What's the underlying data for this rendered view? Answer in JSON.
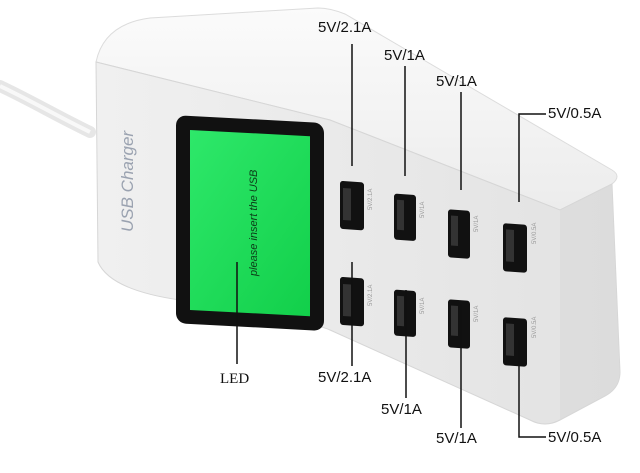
{
  "device": {
    "brand_label": "USB Charger",
    "screen_text": "please insert the USB"
  },
  "callouts": {
    "led": "LED",
    "top_row": [
      "5V/2.1A",
      "5V/1A",
      "5V/1A",
      "5V/0.5A"
    ],
    "bottom_row": [
      "5V/2.1A",
      "5V/1A",
      "5V/1A",
      "5V/0.5A"
    ]
  },
  "port_labels": {
    "top_row": [
      "5V/2.1A",
      "5V/1A",
      "5V/1A",
      "5V/0.5A"
    ],
    "bottom_row": [
      "5V/2.1A",
      "5V/1A",
      "5V/1A",
      "5V/0.5A"
    ]
  },
  "colors": {
    "screen_green": "#20e05a",
    "body": "#f2f2f2",
    "port": "#111111"
  }
}
